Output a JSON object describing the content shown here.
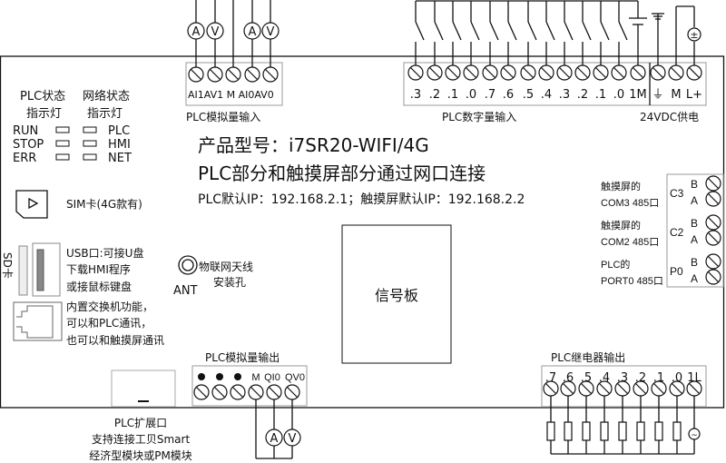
{
  "title": {
    "model": "产品型号：i7SR20-WIFI/4G",
    "subtitle": "PLC部分和触摸屏部分通过网口连接",
    "ip": "PLC默认IP：192.168.2.1；触摸屏默认IP：192.168.2.2"
  },
  "indicators": {
    "plc_header": [
      "PLC状态",
      "指示灯"
    ],
    "net_header": [
      "网络状态",
      "指示灯"
    ],
    "plc_leds": [
      "RUN",
      "STOP",
      "ERR"
    ],
    "net_leds": [
      "PLC",
      "HMI",
      "NET"
    ]
  },
  "analog_input": {
    "label": "PLC模拟量输入",
    "terminals": [
      "AI1",
      "AV1",
      "M",
      "AI0",
      "AV0"
    ],
    "meters": [
      "A",
      "V",
      "A",
      "V"
    ]
  },
  "digital_input": {
    "label": "PLC数字量输入",
    "terminals": [
      ".3",
      ".2",
      ".1",
      ".0",
      ".7",
      ".6",
      ".5",
      ".4",
      ".3",
      ".2",
      ".1",
      ".0",
      "1M"
    ]
  },
  "power": {
    "label": "24VDC供电",
    "terminals": [
      "⏚",
      "M",
      "L+"
    ],
    "source_symbol": "±"
  },
  "rs485": {
    "ports": [
      {
        "desc": [
          "触摸屏的",
          "COM3 485口"
        ],
        "name": "C3",
        "pins": [
          "B",
          "A"
        ]
      },
      {
        "desc": [
          "触摸屏的",
          "COM2 485口"
        ],
        "name": "C2",
        "pins": [
          "B",
          "A"
        ]
      },
      {
        "desc": [
          "PLC的",
          "PORT0 485口"
        ],
        "name": "P0",
        "pins": [
          "B",
          "A"
        ]
      }
    ]
  },
  "sim": {
    "label": "SIM卡(4G款有)"
  },
  "sd": {
    "label": "SD卡"
  },
  "usb": {
    "lines": [
      "USB口:可接U盘",
      "下载HMI程序",
      "或接鼠标键盘"
    ]
  },
  "ethernet": {
    "lines": [
      "内置交换机功能，",
      "可以和PLC通讯，",
      "也可以和触摸屏通讯"
    ]
  },
  "antenna": {
    "label": "ANT",
    "lines": [
      "物联网天线",
      "安装孔"
    ]
  },
  "signal_board": {
    "label": "信号板"
  },
  "analog_output": {
    "label": "PLC模拟量输出",
    "terminals": [
      "",
      "",
      "",
      "M",
      "QI0",
      "QV0"
    ],
    "meters": [
      "A",
      "V"
    ]
  },
  "relay_output": {
    "label": "PLC继电器输出",
    "terminals": [
      ".7",
      ".6",
      ".5",
      ".4",
      ".3",
      ".2",
      ".1",
      ".0",
      "1L"
    ]
  },
  "expansion": {
    "lines": [
      "PLC扩展口",
      "支持连接工贝Smart",
      "经济型模块或PM模块"
    ]
  }
}
